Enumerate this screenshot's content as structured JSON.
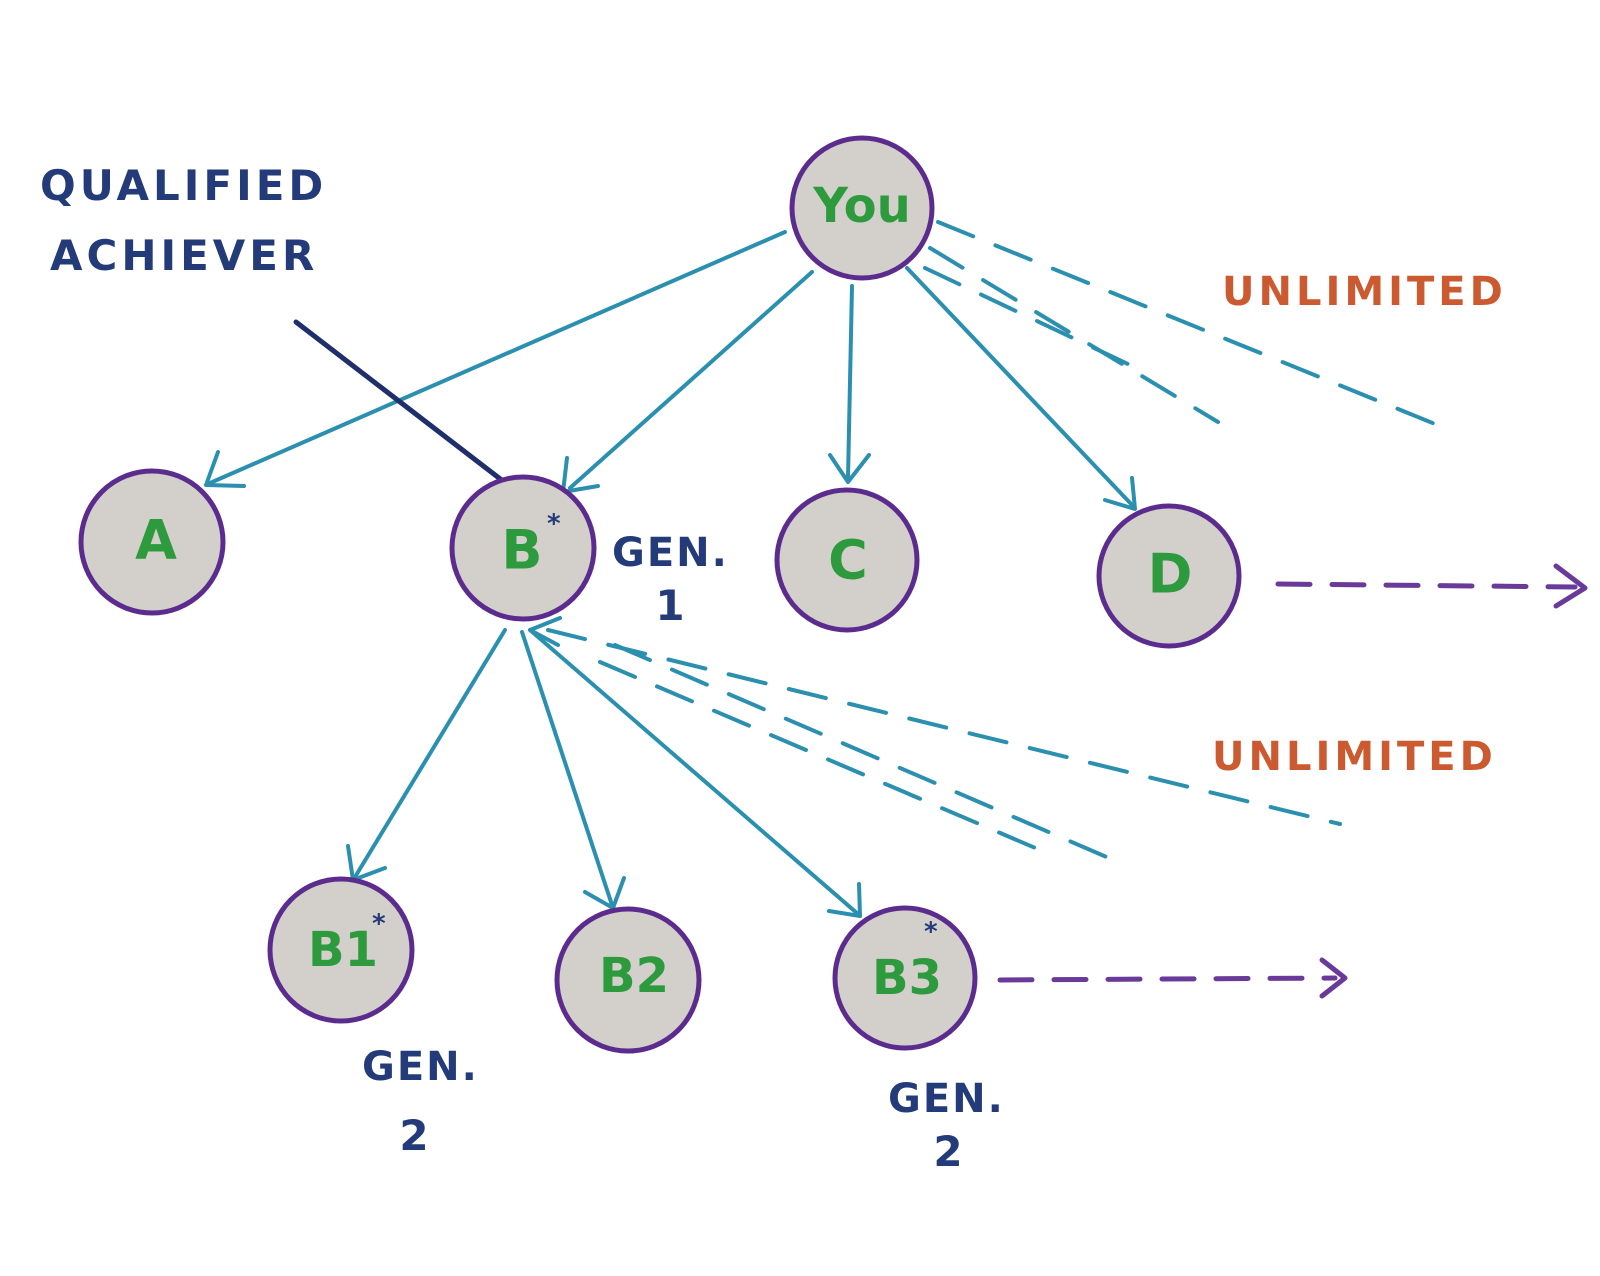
{
  "annotation": {
    "line1": "QUALIFIED",
    "line2": "ACHIEVER"
  },
  "unlimited_labels": [
    "UNLIMITED",
    "UNLIMITED"
  ],
  "nodes": [
    {
      "id": "you",
      "label": "You",
      "star": ""
    },
    {
      "id": "a",
      "label": "A",
      "star": ""
    },
    {
      "id": "b",
      "label": "B",
      "star": "*"
    },
    {
      "id": "c",
      "label": "C",
      "star": ""
    },
    {
      "id": "d",
      "label": "D",
      "star": ""
    },
    {
      "id": "b1",
      "label": "B1",
      "star": "*"
    },
    {
      "id": "b2",
      "label": "B2",
      "star": ""
    },
    {
      "id": "b3",
      "label": "B3",
      "star": "*"
    }
  ],
  "generations": [
    {
      "text": "GEN.",
      "number": "1"
    },
    {
      "text": "GEN.",
      "number": "2"
    },
    {
      "text": "GEN.",
      "number": "2"
    }
  ],
  "colors": {
    "node_fill": "#d3d0cb",
    "node_stroke": "#5b2c8e",
    "node_text": "#2e9a3e",
    "edge": "#2b8fb0",
    "annotation": "#243b7a",
    "unlimited": "#cc5a30",
    "continue_arrow": "#6a3a9a"
  }
}
